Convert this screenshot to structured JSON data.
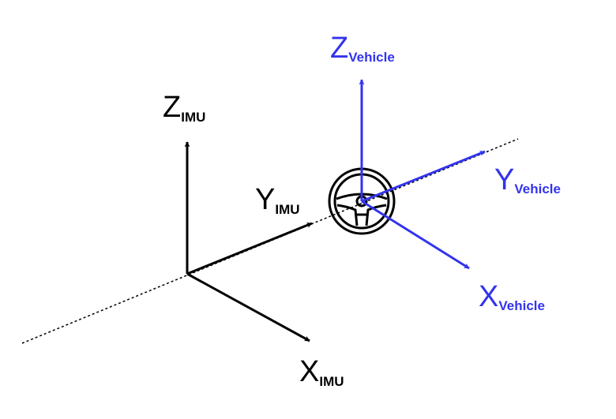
{
  "colors": {
    "imu": "#000000",
    "vehicle": "#3333ee",
    "background": "#ffffff"
  },
  "imu_frame": {
    "z_label": {
      "main": "Z",
      "sub": "IMU"
    },
    "y_label": {
      "main": "Y",
      "sub": "IMU"
    },
    "x_label": {
      "main": "X",
      "sub": "IMU"
    }
  },
  "vehicle_frame": {
    "z_label": {
      "main": "Z",
      "sub": "Vehicle"
    },
    "y_label": {
      "main": "Y",
      "sub": "Vehicle"
    },
    "x_label": {
      "main": "X",
      "sub": "Vehicle"
    },
    "origin_icon": "steering-wheel-icon"
  }
}
